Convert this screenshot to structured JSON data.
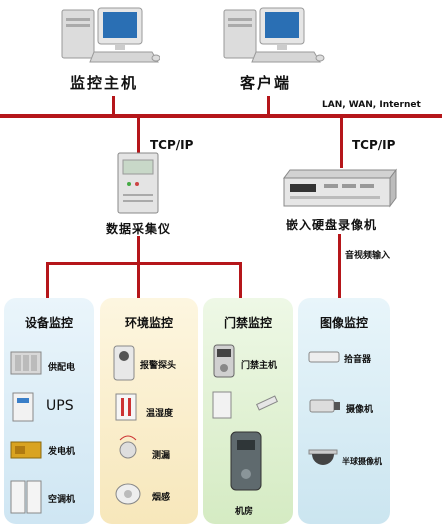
{
  "network": {
    "monitor_host": "监控主机",
    "client": "客户端",
    "bus_label": "LAN, WAN, Internet",
    "tcp_left": "TCP/IP",
    "tcp_right": "TCP/IP",
    "collector": "数据采集仪",
    "dvr": "嵌入硬盘录像机",
    "video_in": "音视频输入"
  },
  "panels": {
    "equipment": {
      "title": "设备监控",
      "items": [
        "供配电",
        "UPS",
        "发电机",
        "空调机"
      ]
    },
    "environment": {
      "title": "环境监控",
      "items": [
        "报警探头",
        "温湿度",
        "测漏",
        "烟感"
      ]
    },
    "access": {
      "title": "门禁监控",
      "items": [
        "门禁主机",
        "机房"
      ]
    },
    "image": {
      "title": "图像监控",
      "items": [
        "拾音器",
        "摄像机",
        "半球摄像机"
      ]
    }
  },
  "colors": {
    "bus": "#b5161a",
    "panel_equipment": "#d9ecf7",
    "panel_environment": "#fbf0cf",
    "panel_access": "#e2f2d4",
    "panel_image": "#daeef6"
  }
}
